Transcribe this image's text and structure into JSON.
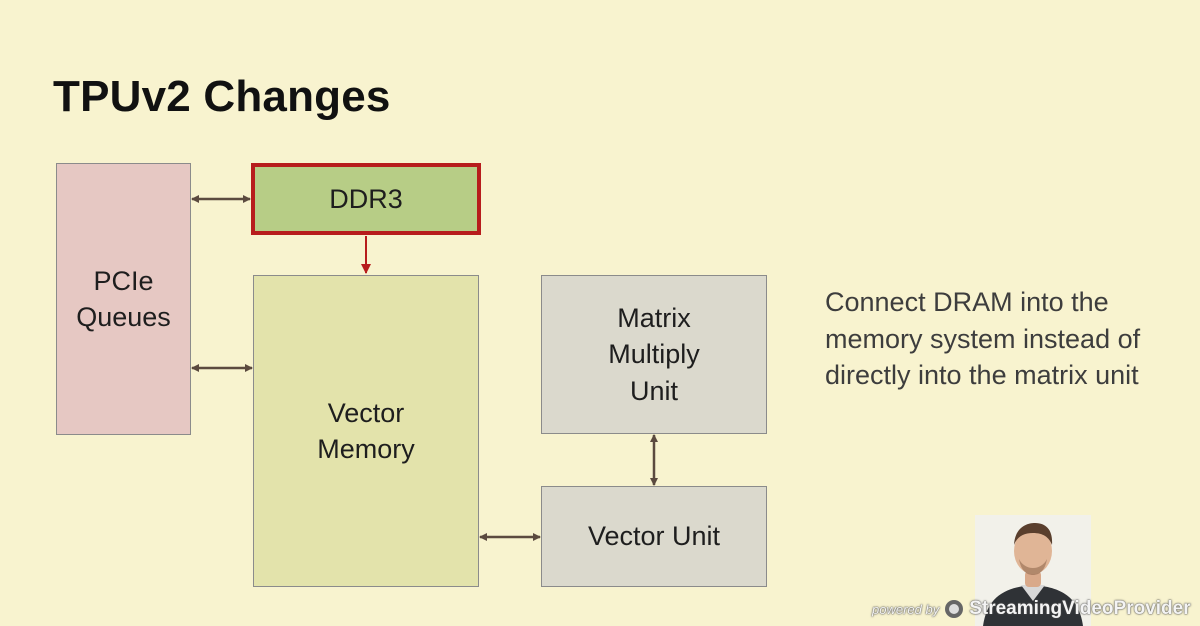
{
  "slide": {
    "title": "TPUv2 Changes",
    "note": "Connect DRAM into the memory system instead of directly into the matrix unit"
  },
  "diagram": {
    "blocks": {
      "pcie": "PCIe\nQueues",
      "ddr3": "DDR3",
      "vector_memory": "Vector\nMemory",
      "matrix_unit": "Matrix\nMultiply\nUnit",
      "vector_unit": "Vector Unit"
    },
    "connections": [
      {
        "from": "pcie",
        "to": "ddr3",
        "direction": "both"
      },
      {
        "from": "pcie",
        "to": "vector_memory",
        "direction": "both"
      },
      {
        "from": "ddr3",
        "to": "vector_memory",
        "direction": "one-way",
        "highlight": true
      },
      {
        "from": "vector_memory",
        "to": "vector_unit",
        "direction": "both"
      },
      {
        "from": "matrix_unit",
        "to": "vector_unit",
        "direction": "both"
      }
    ],
    "colors": {
      "background": "#f8f3cf",
      "pcie": "#e6c8c3",
      "ddr3": "#b7cd86",
      "ddr3_border": "#b71c1c",
      "vector_memory": "#e3e3ab",
      "units": "#dbd9cd",
      "arrow": "#5b4a3f"
    }
  },
  "overlay": {
    "watermark_powered": "powered by",
    "watermark_brand": "StreamingVideoProvider"
  }
}
